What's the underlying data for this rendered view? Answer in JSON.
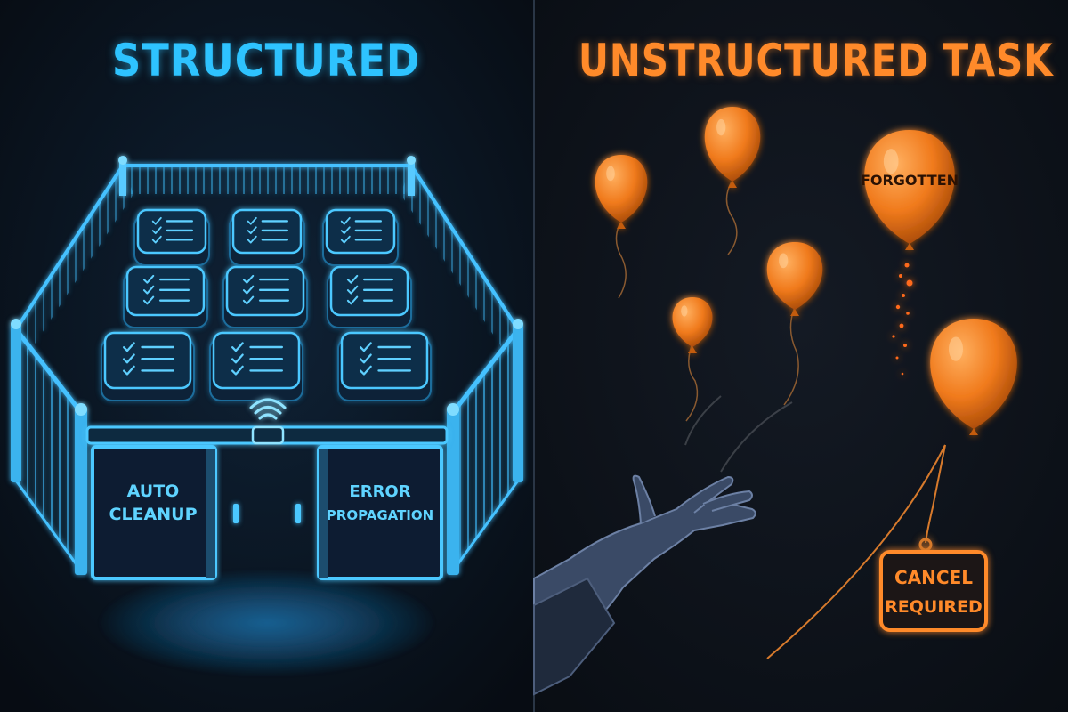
{
  "panels": {
    "left": {
      "title": "STRUCTURED",
      "gate_labels": {
        "left_door": [
          "AUTO",
          "CLEANUP"
        ],
        "right_door": [
          "ERROR",
          "PROPAGATION"
        ]
      },
      "task_card_count": 9
    },
    "right": {
      "title": "UNSTRUCTURED TASK",
      "balloon_label": "FORGOTTEN",
      "tag_label": [
        "CANCEL",
        "REQUIRED"
      ]
    }
  },
  "colors": {
    "background": "#0a0f16",
    "structured_accent": "#2ec3ff",
    "unstructured_accent": "#ff8a2a",
    "divider": "#2a3646"
  },
  "icons": [
    "checklist-icon",
    "wireless-signal-icon",
    "open-hand-icon",
    "balloon-icon",
    "tag-icon"
  ]
}
